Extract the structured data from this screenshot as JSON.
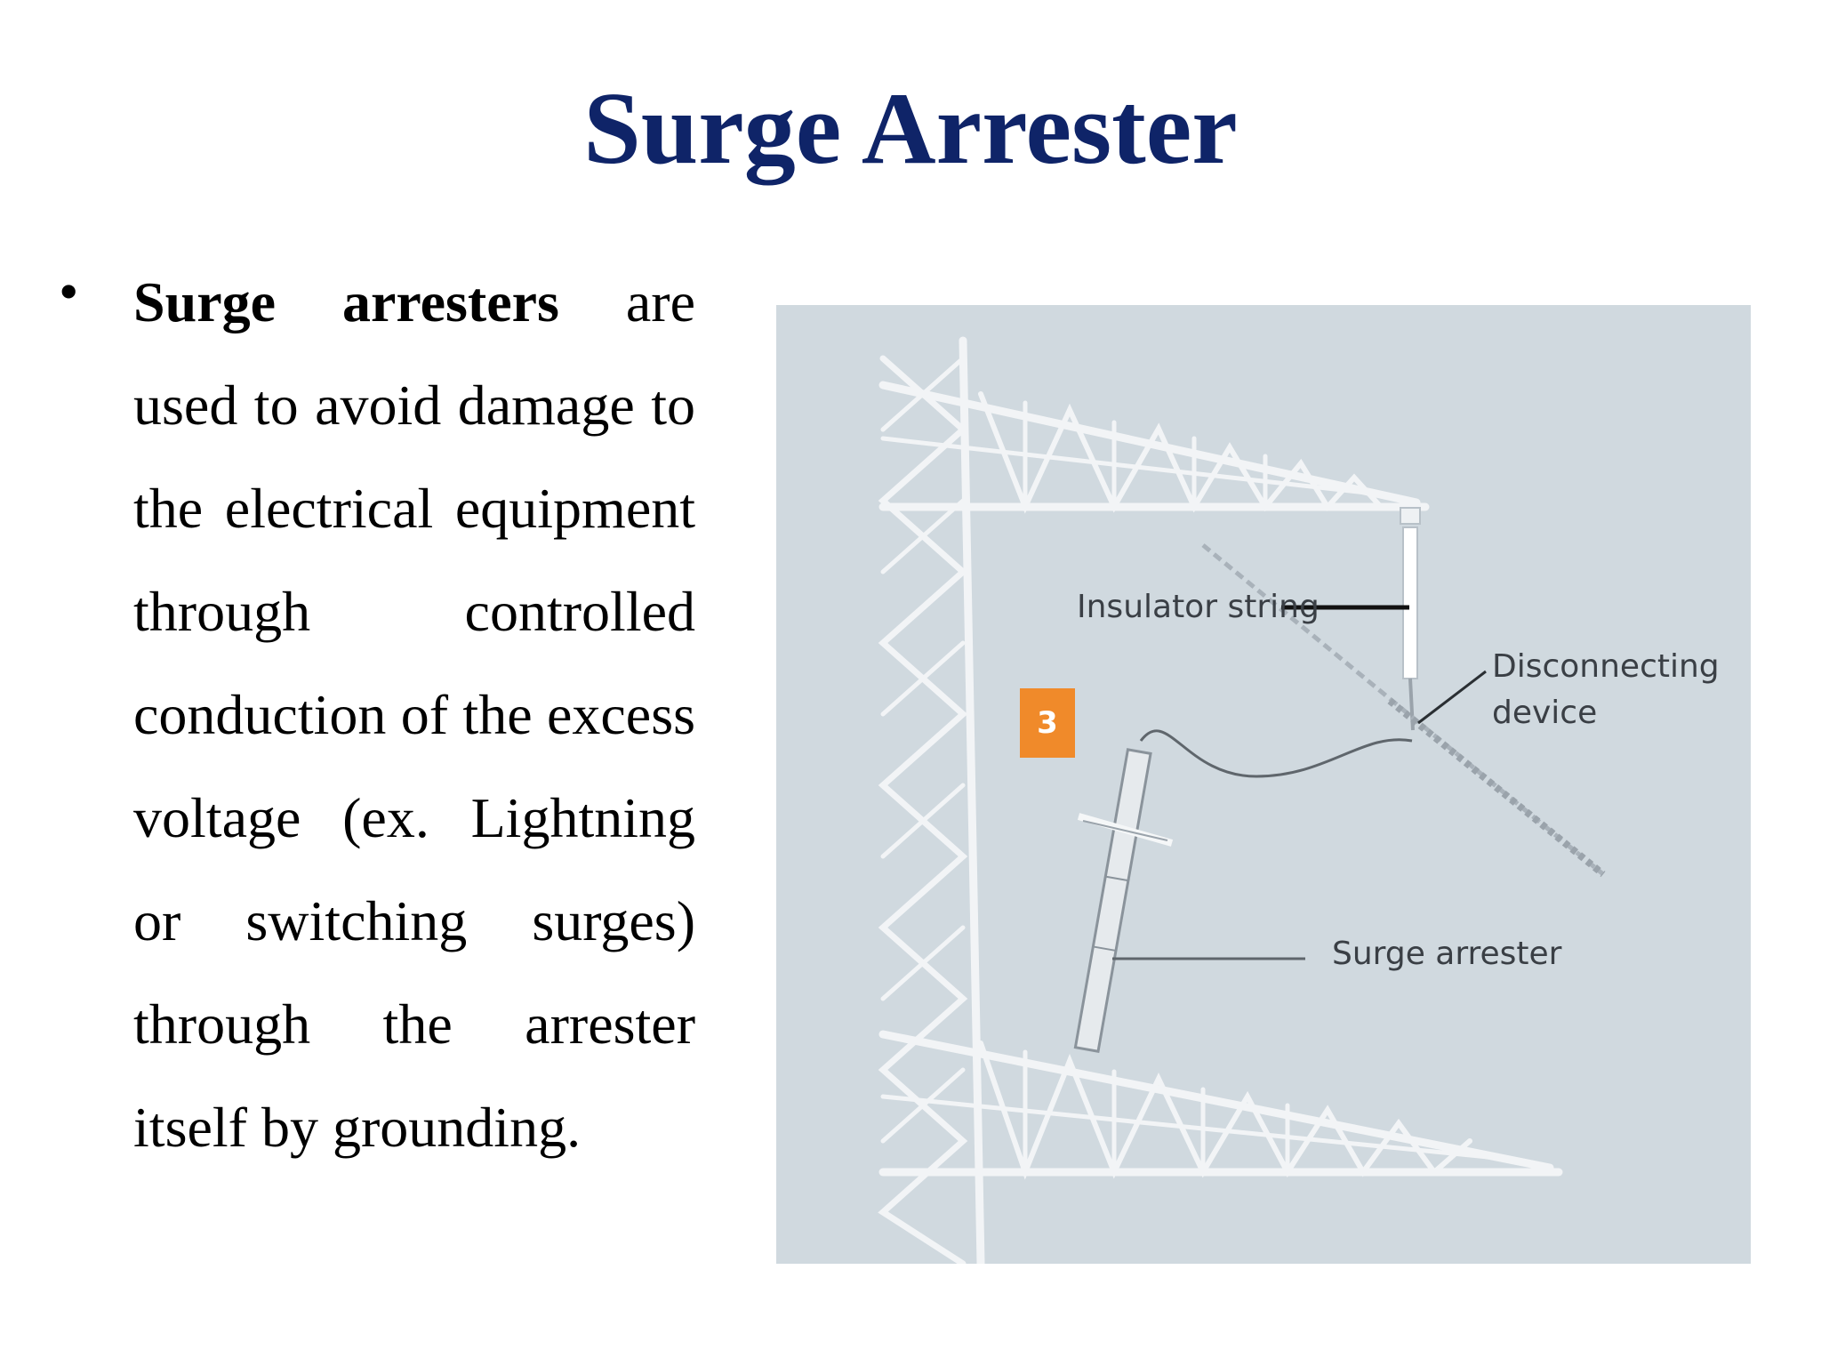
{
  "slide": {
    "title": "Surge Arrester",
    "bullet": {
      "marker": "•",
      "bold_text": "Surge arresters",
      "text": " are used to avoid damage to the electrical equipment through controlled conduction of the excess voltage (ex. Lightning or switching surges) through the arrester itself by grounding."
    }
  },
  "figure": {
    "badge": "3",
    "labels": {
      "insulator_string": "Insulator string",
      "disconnecting_device": "Disconnecting device",
      "surge_arrester": "Surge arrester"
    },
    "colors": {
      "background": "#d0d9df",
      "structure": "#f2f4f6",
      "badge": "#f08a2a",
      "title": "#0f2468"
    }
  }
}
